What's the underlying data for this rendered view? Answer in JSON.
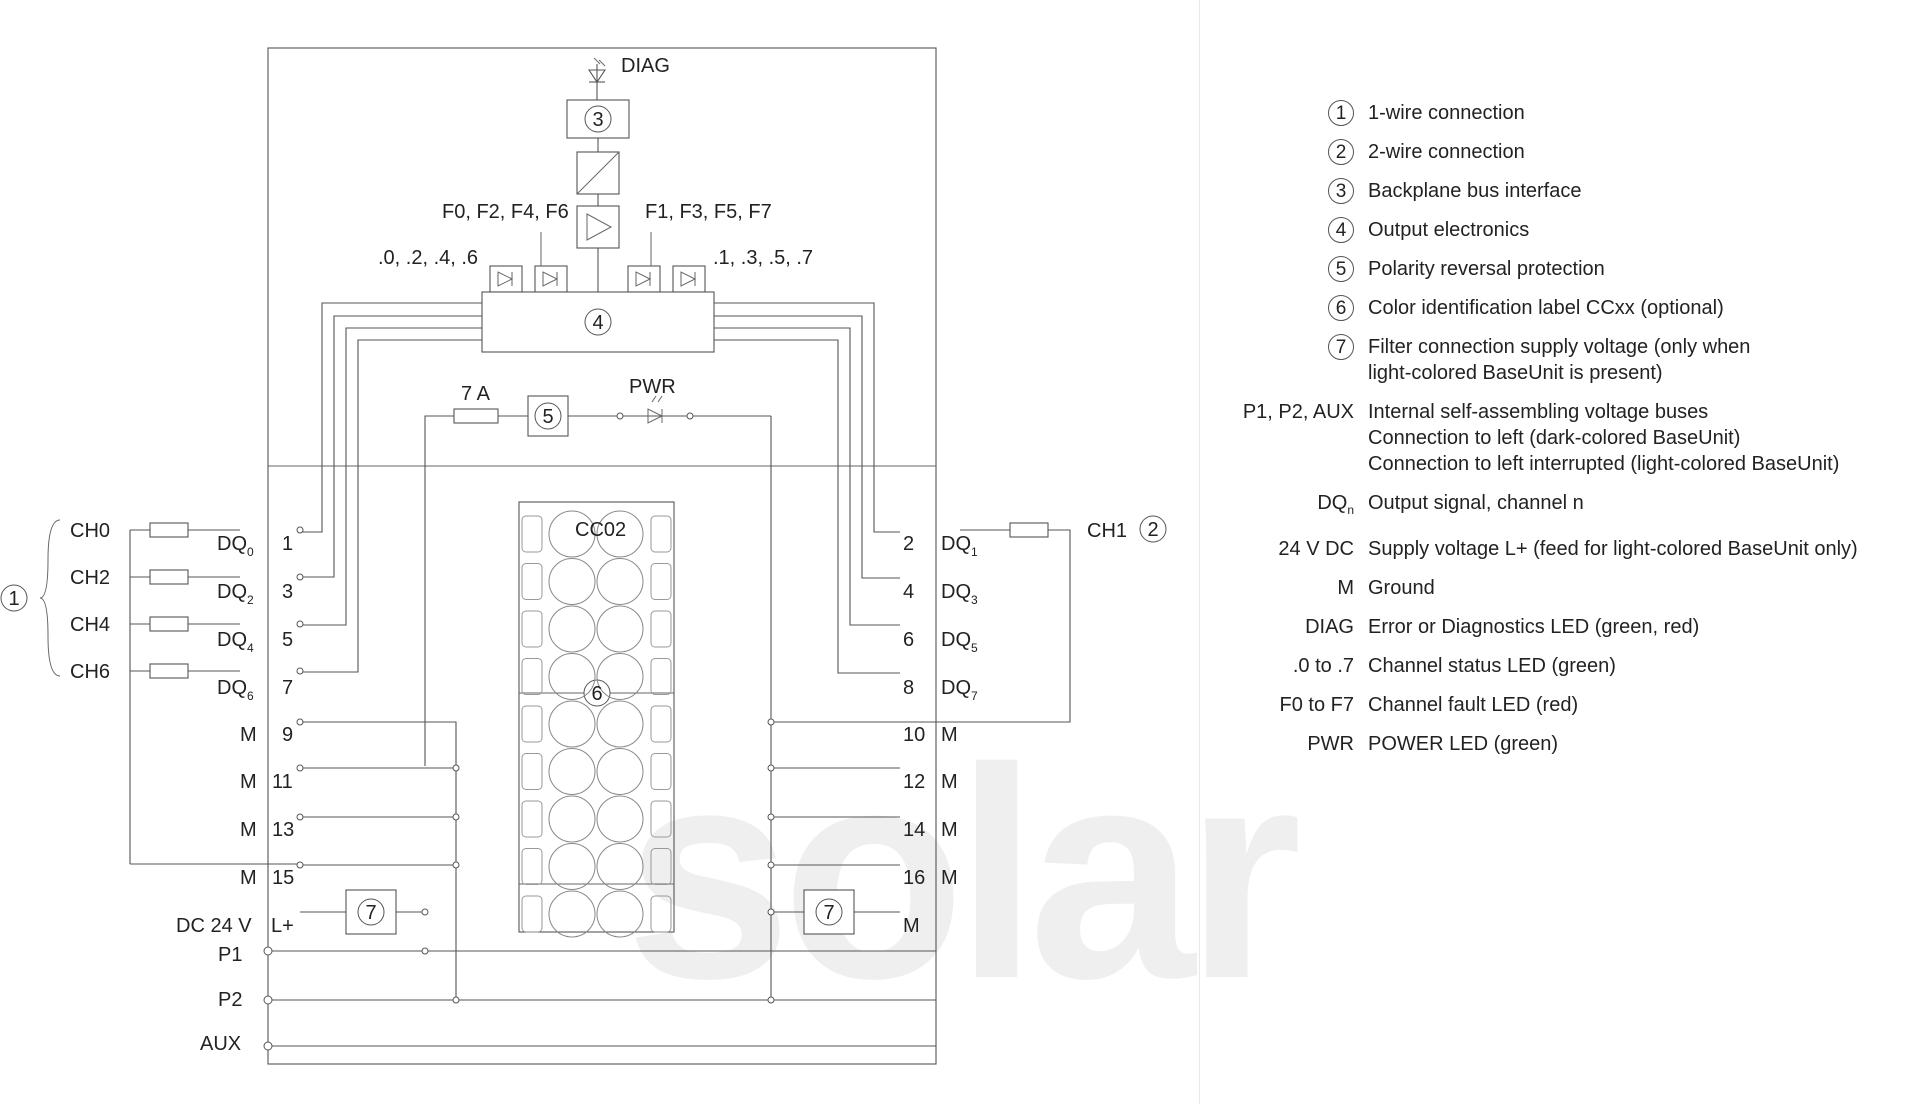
{
  "diagram": {
    "diag": "DIAG",
    "n3": "3",
    "n4": "4",
    "n5": "5",
    "n6": "6",
    "n7": "7",
    "n1": "1",
    "n2": "2",
    "f_even": "F0, F2, F4, F6",
    "f_odd": "F1, F3, F5, F7",
    "ch_even": ".0, .2, .4, .6",
    "ch_odd": ".1, .3, .5, .7",
    "fuse": "7 A",
    "pwr": "PWR",
    "cc": "CC02",
    "channels_left": [
      "CH0",
      "CH2",
      "CH4",
      "CH6"
    ],
    "ch1": "CH1",
    "dq": "DQ",
    "dq_left_sub": [
      "0",
      "2",
      "4",
      "6"
    ],
    "dq_right_sub": [
      "1",
      "3",
      "5",
      "7"
    ],
    "left_pins": [
      "1",
      "3",
      "5",
      "7",
      "9",
      "11",
      "13",
      "15"
    ],
    "right_pins": [
      "2",
      "4",
      "6",
      "8",
      "10",
      "12",
      "14",
      "16"
    ],
    "m": "M",
    "dc24v": "DC 24 V",
    "lplus": "L+",
    "p1": "P1",
    "p2": "P2",
    "aux": "AUX"
  },
  "legend": [
    {
      "key": "1",
      "circled": true,
      "desc": "1-wire connection"
    },
    {
      "key": "2",
      "circled": true,
      "desc": "2-wire connection"
    },
    {
      "key": "3",
      "circled": true,
      "desc": "Backplane bus interface"
    },
    {
      "key": "4",
      "circled": true,
      "desc": "Output electronics"
    },
    {
      "key": "5",
      "circled": true,
      "desc": "Polarity reversal protection"
    },
    {
      "key": "6",
      "circled": true,
      "desc": "Color identification label CCxx (optional)"
    },
    {
      "key": "7",
      "circled": true,
      "desc": "Filter connection supply voltage (only when",
      "desc2": "light-colored BaseUnit is present)"
    },
    {
      "key": "P1, P2, AUX",
      "circled": false,
      "desc": "Internal self-assembling voltage buses",
      "desc2": "Connection to left (dark-colored BaseUnit)",
      "desc3": "Connection to left interrupted (light-colored BaseUnit)"
    },
    {
      "key": "DQ",
      "keysub": "n",
      "circled": false,
      "desc": "Output signal, channel n"
    },
    {
      "key": "24 V DC",
      "circled": false,
      "desc": "Supply voltage L+ (feed for light-colored BaseUnit only)"
    },
    {
      "key": "M",
      "circled": false,
      "desc": "Ground"
    },
    {
      "key": "DIAG",
      "circled": false,
      "desc": "Error or Diagnostics LED (green, red)"
    },
    {
      "key": ".0 to .7",
      "circled": false,
      "desc": "Channel status LED (green)"
    },
    {
      "key": "F0 to F7",
      "circled": false,
      "desc": "Channel fault LED (red)"
    },
    {
      "key": "PWR",
      "circled": false,
      "desc": "POWER LED (green)"
    }
  ],
  "watermark": "solar"
}
